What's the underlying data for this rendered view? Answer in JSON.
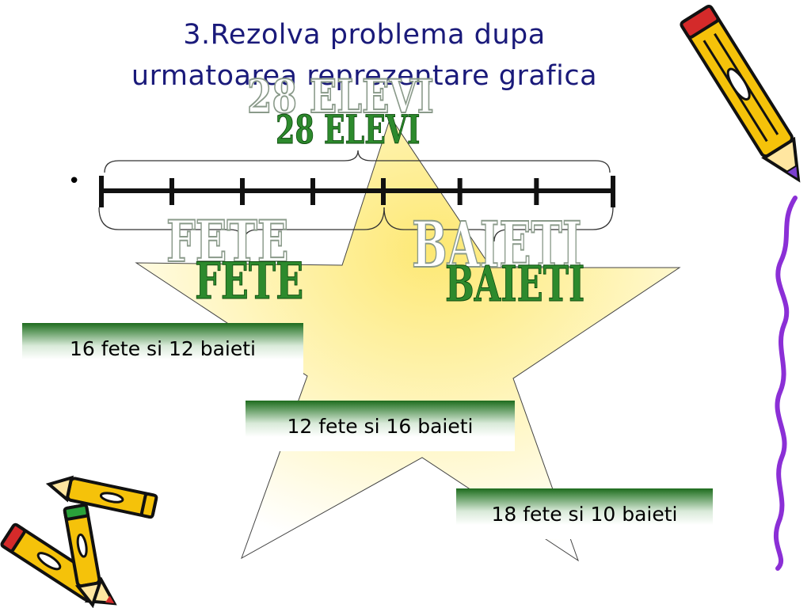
{
  "title": {
    "line1": "3.Rezolva problema dupa",
    "line2": "urmatoarea reprezentare grafica"
  },
  "bullet": "•",
  "labels": {
    "total": "28 ELEVI",
    "girls": "FETE",
    "boys": "BAIETI"
  },
  "segment_line": {
    "total_units": 7,
    "girls_units": 4,
    "boys_units": 3
  },
  "answers": [
    "16 fete si 12 baieti",
    "12 fete si 16 baieti",
    "18 fete si 10 baieti"
  ],
  "decorations": {
    "star_color": "#fff9c4",
    "star_center_color": "#fde873",
    "pencil_body_color": "#f5c20a",
    "squiggle_color": "#8b2fd6",
    "answer_band_color": "#1e6b1e"
  }
}
